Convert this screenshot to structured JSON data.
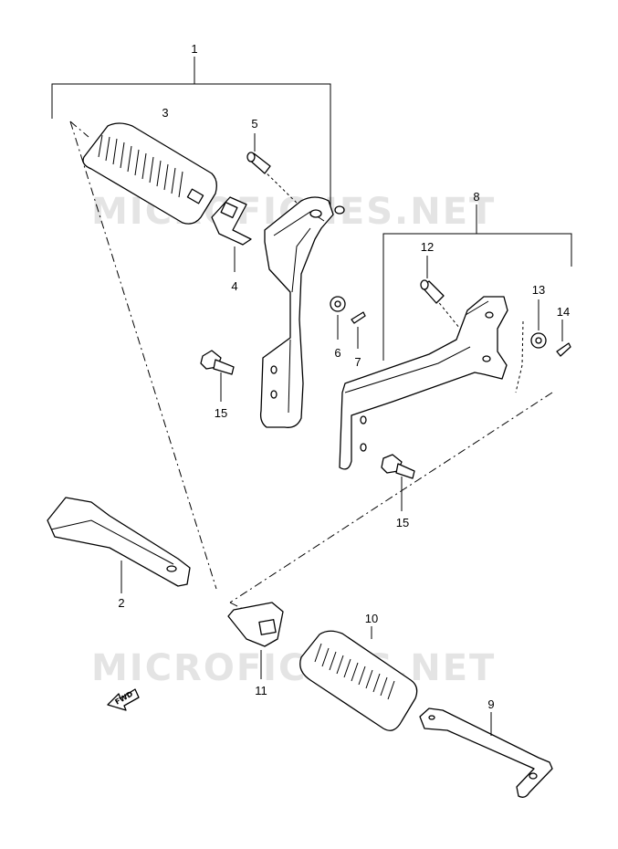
{
  "watermark": {
    "text_top": "MICROFICHES.NET",
    "text_bottom": "MICROFICHES.NET"
  },
  "fwd_label": "FWD",
  "callouts": {
    "c1": "1",
    "c2": "2",
    "c3": "3",
    "c4": "4",
    "c5": "5",
    "c6": "6",
    "c7": "7",
    "c8": "8",
    "c9": "9",
    "c10": "10",
    "c11": "11",
    "c12": "12",
    "c13": "13",
    "c14": "14",
    "c15a": "15",
    "c15b": "15"
  }
}
